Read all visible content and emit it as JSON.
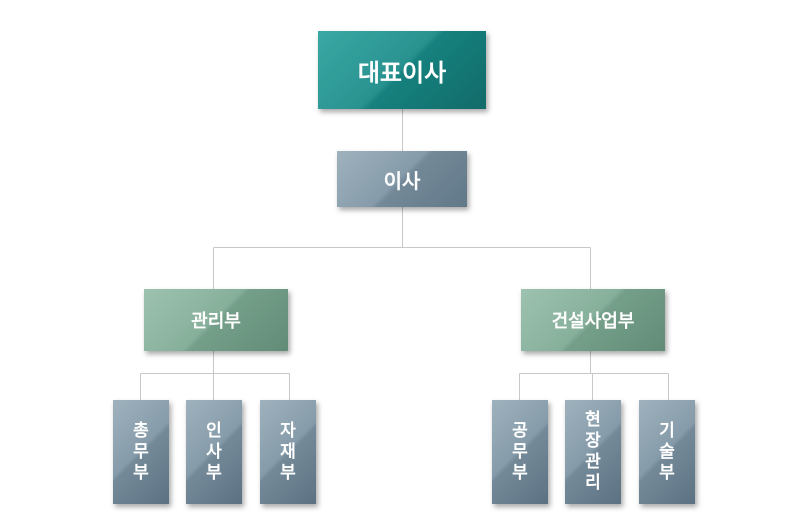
{
  "org_chart": {
    "ceo": {
      "label": "대표이사"
    },
    "director": {
      "label": "이사"
    },
    "departments": [
      {
        "label": "관리부",
        "teams": [
          {
            "label": "총무부"
          },
          {
            "label": "인사부"
          },
          {
            "label": "자재부"
          }
        ]
      },
      {
        "label": "건설사업부",
        "teams": [
          {
            "label": "공무부"
          },
          {
            "label": "현장관리"
          },
          {
            "label": "기술부"
          }
        ]
      }
    ],
    "colors": {
      "ceo": "#168784",
      "director": "#7990a0",
      "department": "#7aa790",
      "team": "#7990a0",
      "connector": "#c8c8c8"
    }
  }
}
